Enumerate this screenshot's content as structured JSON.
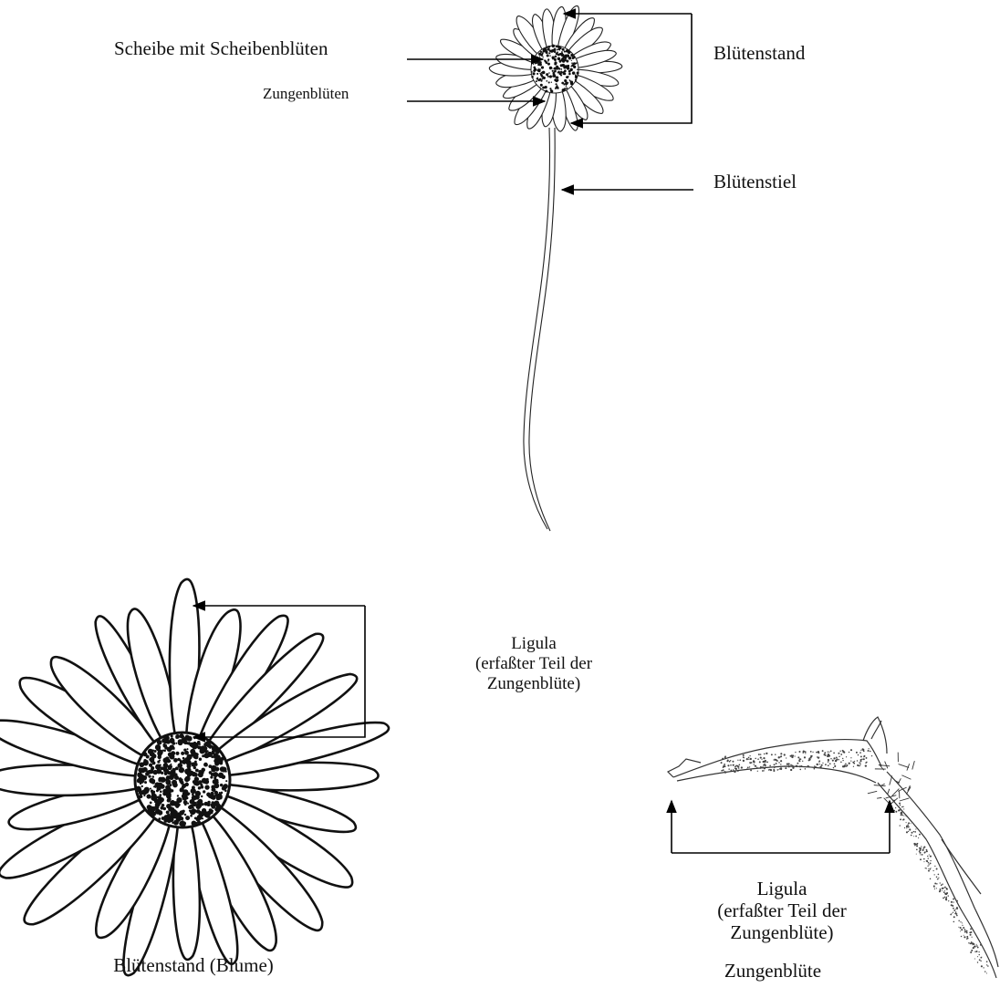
{
  "labels": {
    "scheibe": "Scheibe mit Scheibenblüten",
    "zungenblueten": "Zungenblüten",
    "bluetenstand": "Blütenstand",
    "bluetenstiel": "Blütenstiel",
    "ligula_1": [
      "Ligula",
      "(erfaßter Teil der",
      "Zungenblüte)"
    ],
    "ligula_2": [
      "Ligula",
      "(erfaßter Teil der",
      "Zungenblüte)"
    ],
    "bluetenstand_blume": "Blütenstand (Blume)",
    "zungenbluete": "Zungenblüte"
  }
}
